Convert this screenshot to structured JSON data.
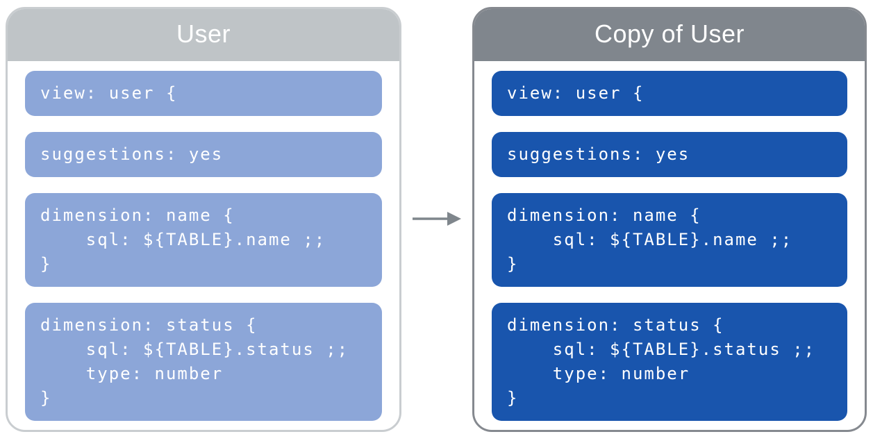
{
  "diagram": {
    "description": "LookML view copy diagram: original view file and its copy",
    "colors": {
      "user_header": "#bfc4c7",
      "user_border": "#c9cdd0",
      "user_block": "#8ca6d8",
      "copy_header": "#80868d",
      "copy_border": "#85898f",
      "copy_block": "#1955ad",
      "arrow": "#7f868c",
      "text": "#ffffff",
      "background": "#ffffff"
    },
    "arrow_icon": "right-arrow",
    "panels": [
      {
        "title": "User",
        "blocks": [
          {
            "code": "view: user {"
          },
          {
            "code": "suggestions: yes"
          },
          {
            "code": "dimension: name {\n    sql: ${TABLE}.name ;;\n}"
          },
          {
            "code": "dimension: status {\n    sql: ${TABLE}.status ;;\n    type: number\n}"
          }
        ]
      },
      {
        "title": "Copy of User",
        "blocks": [
          {
            "code": "view: user {"
          },
          {
            "code": "suggestions: yes"
          },
          {
            "code": "dimension: name {\n    sql: ${TABLE}.name ;;\n}"
          },
          {
            "code": "dimension: status {\n    sql: ${TABLE}.status ;;\n    type: number\n}"
          }
        ]
      }
    ]
  }
}
